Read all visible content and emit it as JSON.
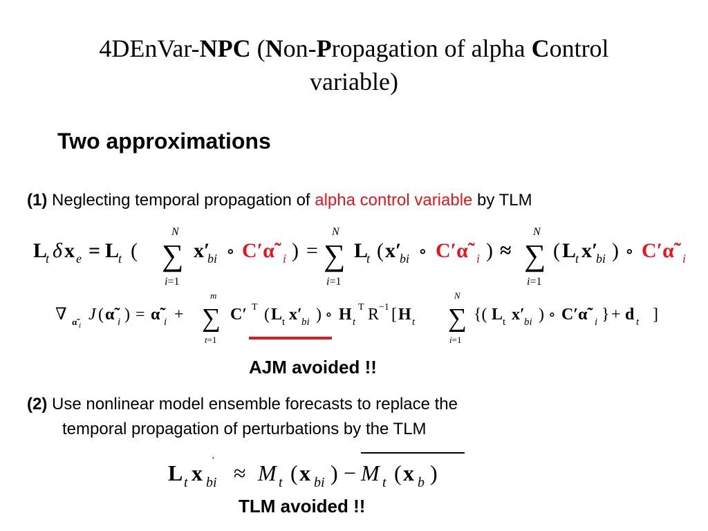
{
  "title": {
    "line1": [
      {
        "text": "4DEnVar-",
        "bold": false
      },
      {
        "text": "NPC",
        "bold": true
      },
      {
        "text": " (",
        "bold": false
      },
      {
        "text": "N",
        "bold": true
      },
      {
        "text": "on-",
        "bold": false
      },
      {
        "text": "P",
        "bold": true
      },
      {
        "text": "ropagation of alpha ",
        "bold": false
      },
      {
        "text": "C",
        "bold": true
      },
      {
        "text": "ontrol",
        "bold": false
      }
    ],
    "line2": "variable)"
  },
  "subtitle": "Two approximations",
  "item1": {
    "number": "(1)",
    "text_before": " Neglecting temporal propagation of ",
    "highlight": "alpha control variable",
    "text_after": " by TLM",
    "highlight_color": "#e8141c"
  },
  "ajm_note": "AJM avoided !!",
  "item2": {
    "number": "(2)",
    "line1": " Use nonlinear model ensemble forecasts to replace the",
    "line2": "temporal propagation of perturbations by the TLM"
  },
  "tlm_note": "TLM avoided !!",
  "colors": {
    "accent": "#e8141c",
    "text": "#000000",
    "background": "#ffffff"
  }
}
